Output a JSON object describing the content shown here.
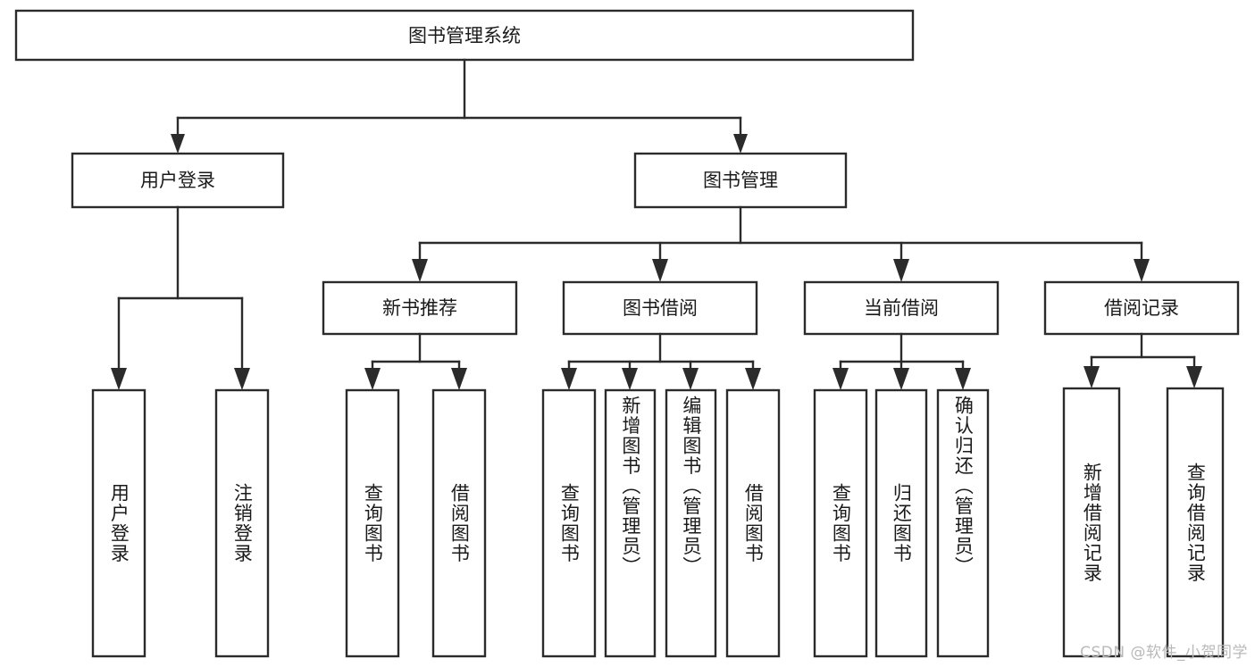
{
  "diagram": {
    "type": "hierarchy-tree",
    "title": "图书管理系统",
    "orientation": "top-down",
    "colors": {
      "stroke": "#2b2b2b",
      "fill": "#ffffff",
      "text": "#1a1a1a",
      "watermark": "#b9b9b9"
    },
    "root": {
      "label": "图书管理系统"
    },
    "level2": [
      {
        "label": "用户登录"
      },
      {
        "label": "图书管理"
      }
    ],
    "level3": [
      {
        "label": "新书推荐"
      },
      {
        "label": "图书借阅"
      },
      {
        "label": "当前借阅"
      },
      {
        "label": "借阅记录"
      }
    ],
    "leaves": {
      "user_login": [
        {
          "label": "用户登录"
        },
        {
          "label": "注销登录"
        }
      ],
      "new_book": [
        {
          "label": "查询图书"
        },
        {
          "label": "借阅图书"
        }
      ],
      "book_borrow": [
        {
          "label": "查询图书"
        },
        {
          "label": "新增图书（管理员）"
        },
        {
          "label": "编辑图书（管理员）"
        },
        {
          "label": "借阅图书"
        }
      ],
      "current_borrow": [
        {
          "label": "查询图书"
        },
        {
          "label": "归还图书"
        },
        {
          "label": "确认归还（管理员）"
        }
      ],
      "borrow_record": [
        {
          "label": "新增借阅记录"
        },
        {
          "label": "查询借阅记录"
        }
      ]
    }
  },
  "watermark": {
    "text": "CSDN @软件_小贺同学"
  }
}
